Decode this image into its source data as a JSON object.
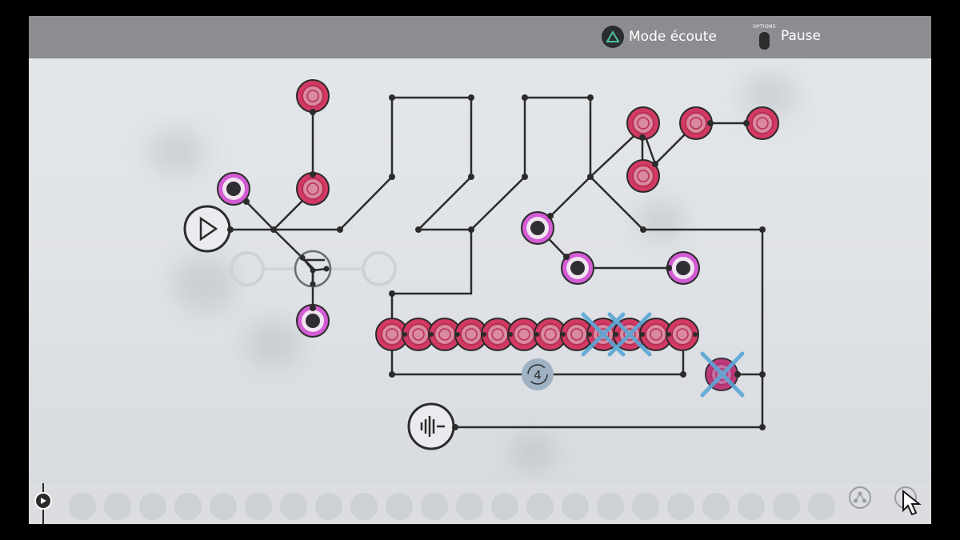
{
  "header": {
    "listen_mode_label": "Mode écoute",
    "options_small_label": "OPTIONS",
    "pause_label": "Pause"
  },
  "board": {
    "loop_counter": "4",
    "colors": {
      "node_pink_outer": "#d23a63",
      "node_pink_inner": "#d98aa0",
      "node_magenta_ring": "#d35bd3",
      "node_dark_center": "#2f2f33",
      "wire": "#2b2b2b",
      "cancel_x": "#5aa7d6",
      "loop_badge": "#9fb2c3"
    }
  },
  "bottom_bar": {
    "slot_count": 22
  }
}
